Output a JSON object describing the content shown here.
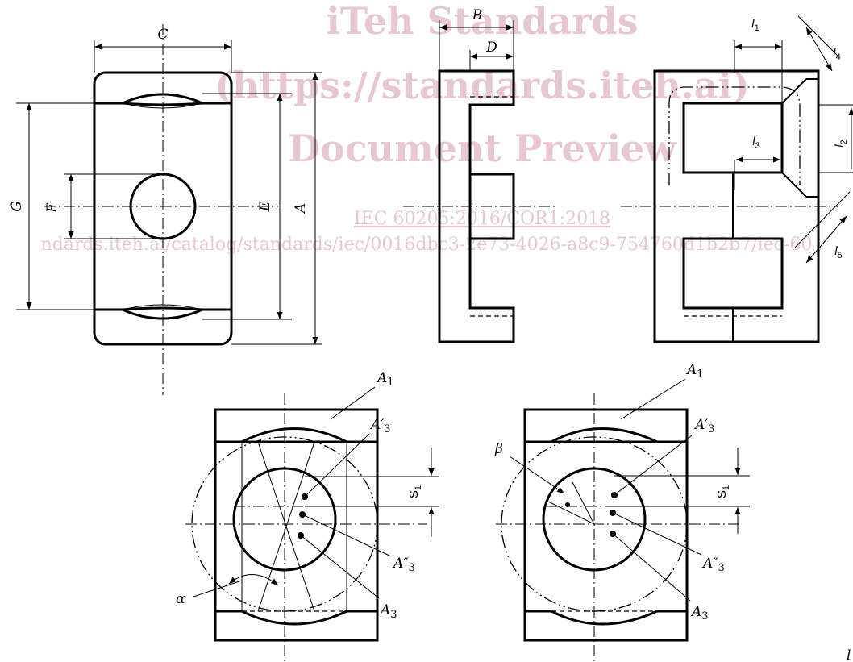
{
  "watermark": {
    "line1": "iTeh Standards",
    "line2": "(https://standards.iteh.ai)",
    "line3": "Document Preview",
    "line4": "IEC 60205:2016/COR1:2018",
    "line5": "ndards.iteh.ai/catalog/standards/iec/0016dbc3-2e73-4026-a8c9-754760d1b2b7/iec-60"
  },
  "front_view": {
    "dims": {
      "C": "C",
      "G": "G",
      "F": "F",
      "E": "E",
      "A": "A"
    }
  },
  "side_view": {
    "dims": {
      "B": "B",
      "D": "D"
    }
  },
  "path_view": {
    "labels": {
      "l1": "l",
      "l1_sub": "1",
      "l2": "l",
      "l2_sub": "2",
      "l3": "l",
      "l3_sub": "3",
      "l4": "l",
      "l4_sub": "4",
      "l5": "l",
      "l5_sub": "5"
    }
  },
  "section_left": {
    "labels": {
      "A1": "A",
      "A1_sub": "1",
      "A3p": "A′",
      "A3p_sub": "3",
      "A3pp": "A″",
      "A3pp_sub": "3",
      "A3": "A",
      "A3_sub": "3",
      "S1": "S",
      "S1_sub": "1",
      "alpha": "α"
    }
  },
  "section_right": {
    "labels": {
      "A1": "A",
      "A1_sub": "1",
      "A3p": "A′",
      "A3p_sub": "3",
      "A3pp": "A″",
      "A3pp_sub": "3",
      "A3": "A",
      "A3_sub": "3",
      "S1": "S",
      "S1_sub": "1",
      "beta": "β"
    }
  },
  "corner_label": "l"
}
